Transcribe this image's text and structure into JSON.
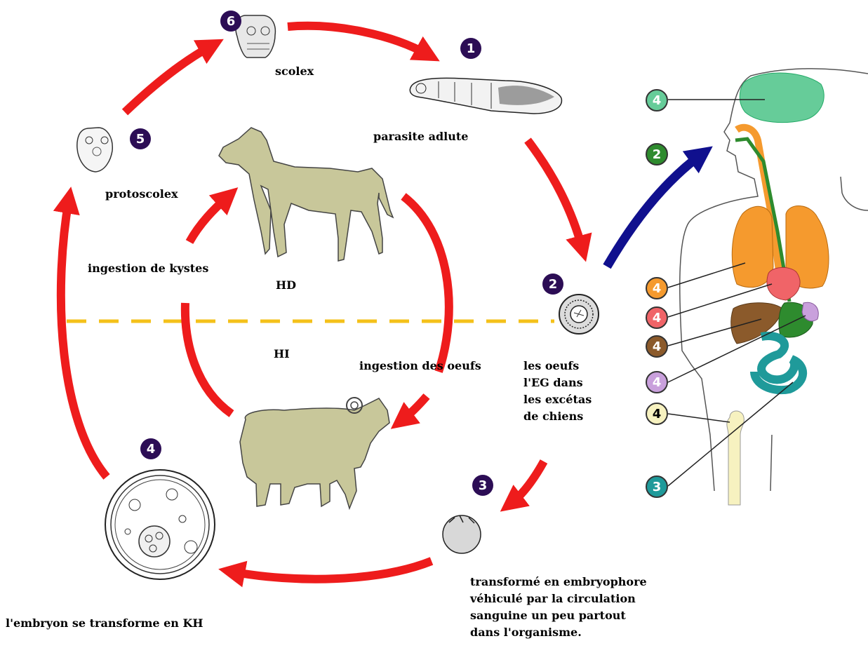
{
  "colors": {
    "cycle_arrow": "#ee1c1c",
    "blue_arrow": "#10108e",
    "dashed_line": "#f4c11a",
    "animal_fill": "#c8c79a",
    "step_badge": "#2c0d55",
    "brain": "#66cc99",
    "lungs": "#f59a2e",
    "heart": "#f06468",
    "liver": "#8b5a2b",
    "spleen": "#c9a0dc",
    "bone": "#f7f2c0",
    "intestine": "#1f9a9a",
    "esophagus": "#2e8b2e"
  },
  "steps": {
    "s1": "1",
    "s2": "2",
    "s3": "3",
    "s4": "4",
    "s5": "5",
    "s6": "6"
  },
  "labels": {
    "scolex": "scolex",
    "adult": "parasite adlute",
    "protoscolex": "protoscolex",
    "ingestion_kystes": "ingestion de kystes",
    "hd": "HD",
    "hi": "HI",
    "ingestion_oeufs": "ingestion des oeufs",
    "eggs": "les oeufs\n l'EG dans\nles excétas\nde chiens",
    "embryophore": "transformé en embryophore\nvéhiculé par la circulation\nsanguine un peu partout\ndans l'organisme.",
    "embryo": "l'embryon se transforme en KH"
  },
  "organ_badges": {
    "brain": "4",
    "esophagus": "2",
    "lungs": "4",
    "heart": "4",
    "liver": "4",
    "spleen": "4",
    "bone": "4",
    "intestine": "3"
  }
}
